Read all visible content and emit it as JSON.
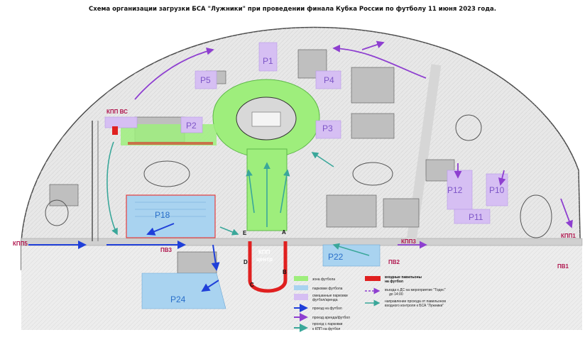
{
  "title": "Схема организации загрузки БСА \"Лужники\" при проведении финала Кубка России по футболу 11 июня 2023 года.",
  "colors": {
    "zone_green": "#9eee7c",
    "parking_blue": "#a9d3f0",
    "mixed_purple": "#d6bff3",
    "entrance_red": "#e02020",
    "pass_blue": "#1f3fd9",
    "pass_purple": "#8e3fd0",
    "route_teal": "#3aa79a",
    "label_purple": "#7d55c7",
    "kpp_magenta": "#b0164e"
  },
  "parkings": {
    "p1": "P1",
    "p2": "P2",
    "p3": "P3",
    "p4": "P4",
    "p5": "P5",
    "p10": "P10",
    "p11": "P11",
    "p12": "P12",
    "p18": "P18",
    "p22": "P22",
    "p24": "P24"
  },
  "checkpoints": {
    "kpp_vs": "КПП ВС",
    "kpp_center_1": "КПП",
    "kpp_center_2": "центр",
    "kpp5": "КПП5",
    "kpp3": "КПП3",
    "kpp1": "КПП1",
    "pv1": "ПВ1",
    "pv2": "ПВ2",
    "pv3": "ПВ3"
  },
  "gates": {
    "a": "A",
    "b": "B",
    "c": "C",
    "d": "D",
    "e": "E"
  },
  "legend": {
    "zone_football": "зона футбола",
    "parking_football": "парковки футбола",
    "mixed_1": "смешанные парковки",
    "mixed_2": "футбол/аренда",
    "pass_football": "проезд на футбол",
    "pass_rent": "проезд аренда/футбол",
    "walk_1": "проход с парковки",
    "walk_2": "к КПП на футбол",
    "pavilions_1": "входные павильоны",
    "pavilions_2": "на футбол",
    "entry_1": "въезда к ДС на мероприятие \"Тодес\"",
    "entry_2": "до 14:00",
    "dir_1": "направление прохода от павильонов",
    "dir_2": "входного контроля к БСА \"Лужники\""
  }
}
